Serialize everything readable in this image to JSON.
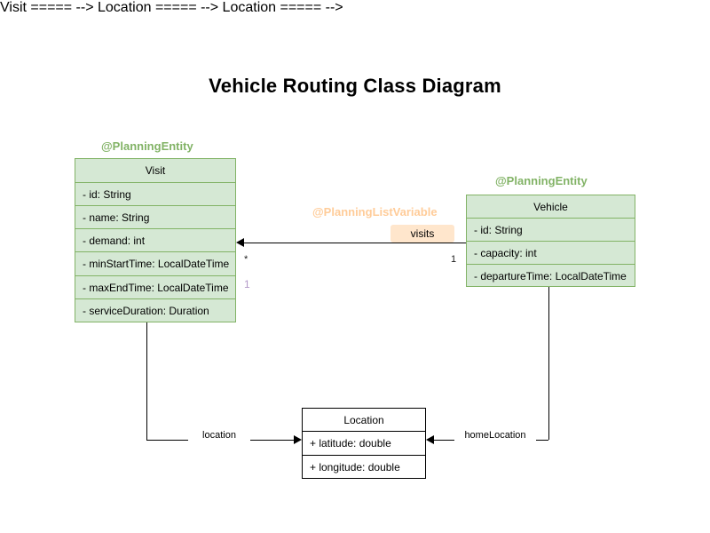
{
  "page": {
    "title": "Vehicle Routing Class Diagram",
    "background": "#ffffff"
  },
  "colors": {
    "entity_fill": "#d5e8d4",
    "entity_border": "#82b366",
    "stereotype_entity": "#82b366",
    "stereotype_list_variable": "#ffcc99",
    "badge_fill": "#ffe6cc",
    "plain_fill": "#ffffff",
    "plain_border": "#000000",
    "multiplicity_accent": "#b399c8"
  },
  "classes": {
    "visit": {
      "stereotype": "@PlanningEntity",
      "name": "Visit",
      "attributes": [
        "- id: String",
        "- name: String",
        "- demand: int",
        "- minStartTime: LocalDateTime",
        "- maxEndTime: LocalDateTime",
        "- serviceDuration: Duration"
      ]
    },
    "vehicle": {
      "stereotype": "@PlanningEntity",
      "name": "Vehicle",
      "attributes": [
        "- id: String",
        "- capacity: int",
        "- departureTime: LocalDateTime"
      ]
    },
    "location": {
      "name": "Location",
      "attributes": [
        "+ latitude: double",
        "+ longitude: double"
      ]
    }
  },
  "associations": {
    "visits": {
      "stereotype": "@PlanningListVariable",
      "label": "visits",
      "source_multiplicity": "1",
      "target_multiplicity": "*",
      "extra_multiplicity": "1"
    },
    "location": {
      "label": "location"
    },
    "home_location": {
      "label": "homeLocation"
    }
  }
}
